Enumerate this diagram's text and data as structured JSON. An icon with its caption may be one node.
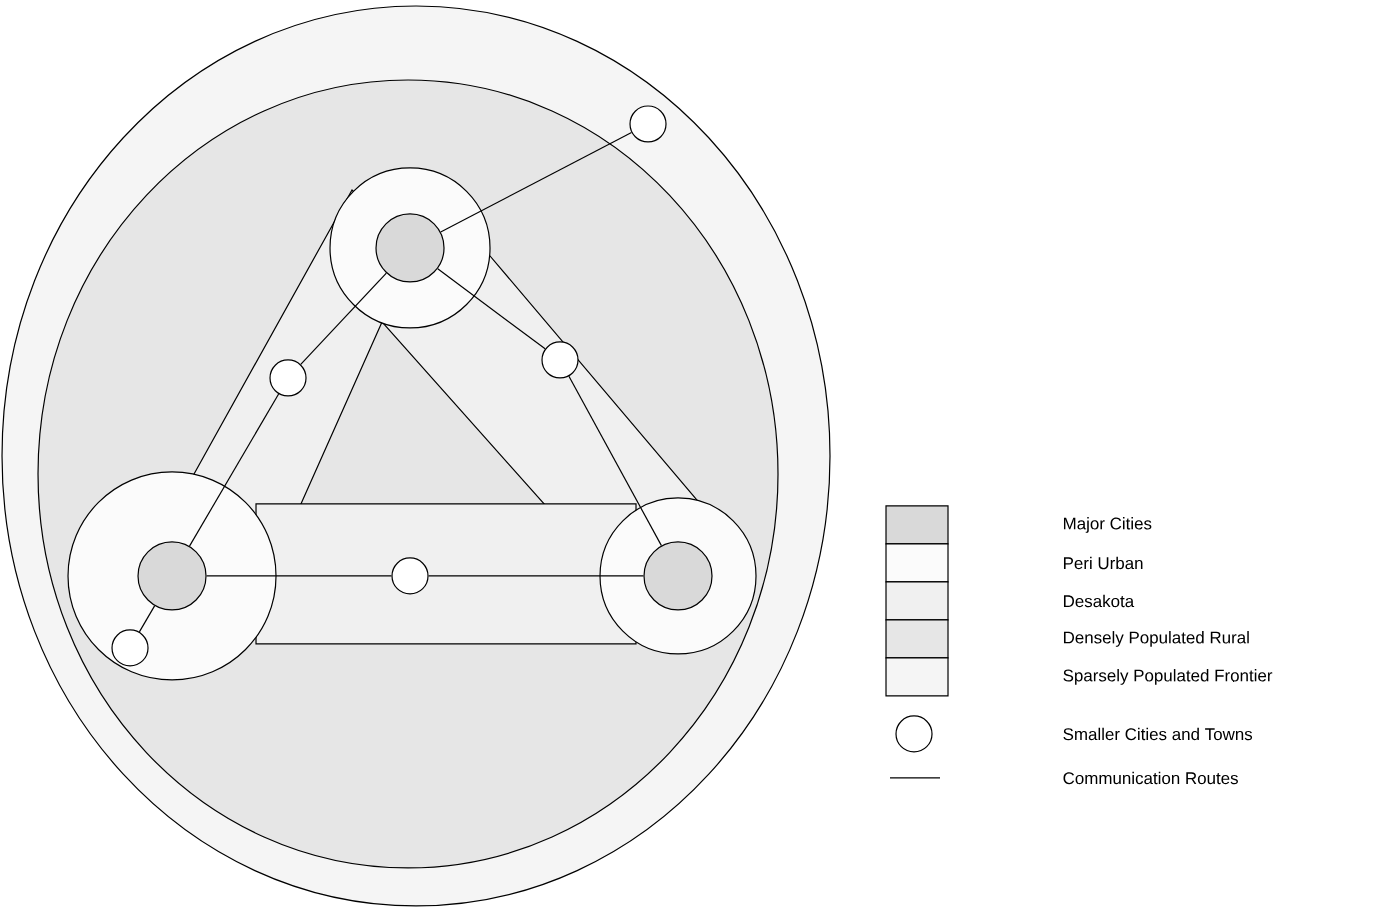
{
  "diagram": {
    "nodes": [
      {
        "text": [],
        "shape": "circle"
      },
      {
        "text": [],
        "shape": "circle"
      },
      {
        "text": [],
        "shape": "circle"
      },
      {
        "text": [],
        "shape": "circle"
      },
      {
        "text": [],
        "shape": "circle"
      },
      {
        "text": [],
        "shape": "circle"
      },
      {
        "text": [],
        "shape": "circle"
      },
      {
        "text": [],
        "shape": "circle"
      }
    ],
    "edges": [
      {
        "from": 1,
        "to": 0,
        "arrow": "none"
      },
      {
        "from": 1,
        "to": 3,
        "arrow": "none"
      },
      {
        "from": 3,
        "to": 4,
        "arrow": "none"
      },
      {
        "from": 1,
        "to": 2,
        "arrow": "none"
      },
      {
        "from": 2,
        "to": 6,
        "arrow": "none"
      },
      {
        "from": 4,
        "to": 5,
        "arrow": "none"
      },
      {
        "from": 5,
        "to": 6,
        "arrow": "none"
      },
      {
        "from": 4,
        "to": 7,
        "arrow": "none"
      }
    ],
    "legend": [
      {
        "text": "Major Cities",
        "color": "#d9d9d9"
      },
      {
        "text": "Peri Urban",
        "color": "#fbfbfb"
      },
      {
        "text": "Desakota",
        "color": "#f0f0f0"
      },
      {
        "text": "Densely Populated Rural",
        "color": "#e6e6e6"
      },
      {
        "text": "Sparsely Populated Frontier",
        "color": "#f5f5f5"
      },
      {
        "text": "Smaller Cities and Towns"
      },
      {
        "text": "Communication Routes"
      }
    ]
  }
}
